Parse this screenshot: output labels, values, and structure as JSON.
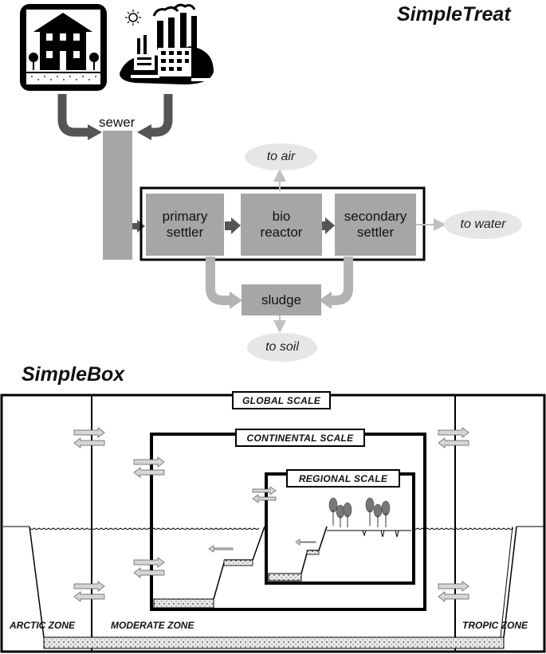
{
  "simpletreat": {
    "title": "SimpleTreat",
    "sewer": "sewer",
    "primary_settler": "primary\nsettler",
    "bio_reactor": "bio\nreactor",
    "secondary_settler": "secondary\nsettler",
    "sludge": "sludge",
    "to_air": "to air",
    "to_water": "to water",
    "to_soil": "to soil"
  },
  "simplebox": {
    "title": "SimpleBox",
    "global_scale": "GLOBAL SCALE",
    "continental_scale": "CONTINENTAL SCALE",
    "regional_scale": "REGIONAL SCALE",
    "arctic_zone": "ARCTIC ZONE",
    "moderate_zone": "MODERATE ZONE",
    "tropic_zone": "TROPIC ZONE"
  },
  "colors": {
    "box_gray": "#a6a6a6",
    "arrow_dark": "#555555",
    "arrow_light": "#b3b3b3",
    "ellipse": "#e6e6e6"
  }
}
